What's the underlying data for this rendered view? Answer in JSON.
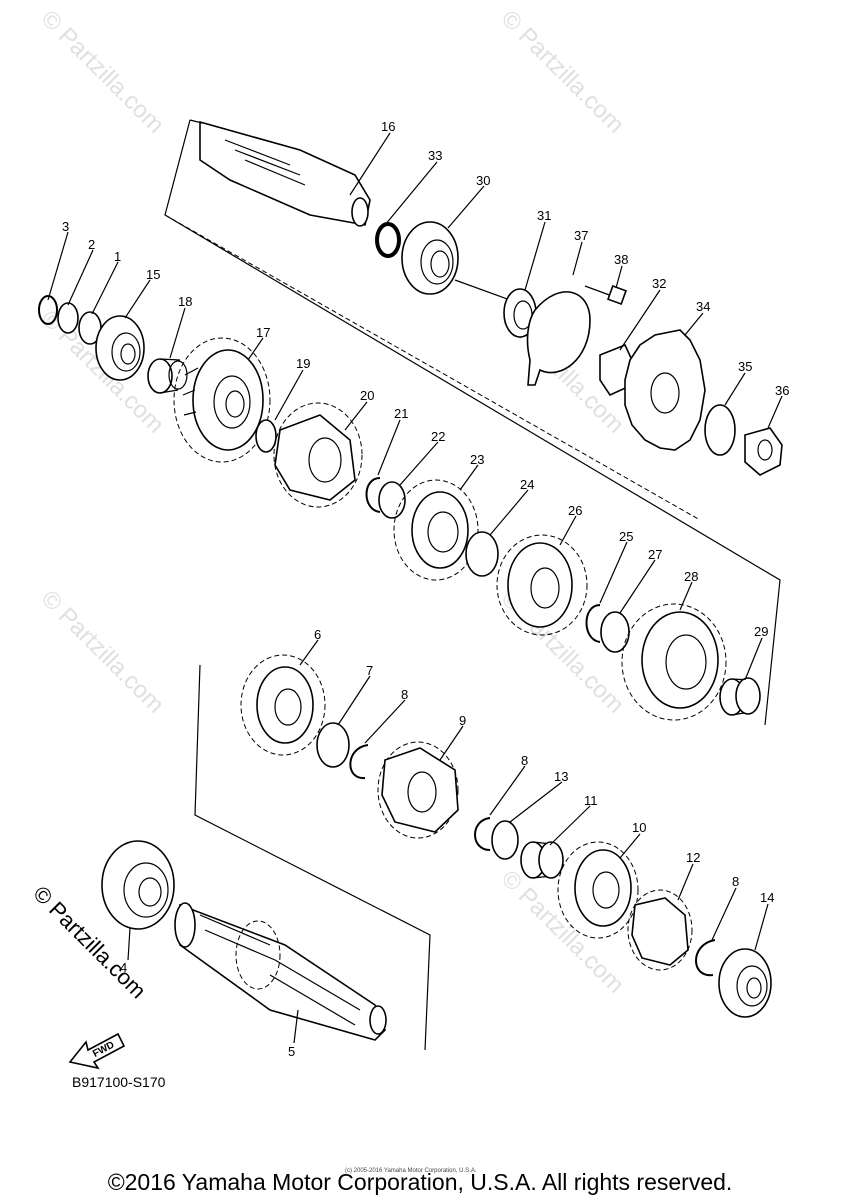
{
  "diagram": {
    "code": "B917100-S170",
    "fwd_label": "FWD",
    "copyright": "©2016 Yamaha Motor Corporation, U.S.A. All rights reserved.",
    "copyright_small": "(c) 2005-2016 Yamaha Motor Corporation, U.S.A.",
    "side_watermark": "© Partzilla.com",
    "watermark": "© Partzilla.com",
    "part_numbers": [
      "1",
      "2",
      "3",
      "4",
      "5",
      "6",
      "7",
      "8",
      "9",
      "10",
      "11",
      "12",
      "13",
      "14",
      "15",
      "16",
      "17",
      "18",
      "19",
      "20",
      "21",
      "22",
      "23",
      "24",
      "25",
      "26",
      "27",
      "28",
      "29",
      "30",
      "31",
      "32",
      "33",
      "34",
      "35",
      "36",
      "37",
      "38"
    ]
  }
}
